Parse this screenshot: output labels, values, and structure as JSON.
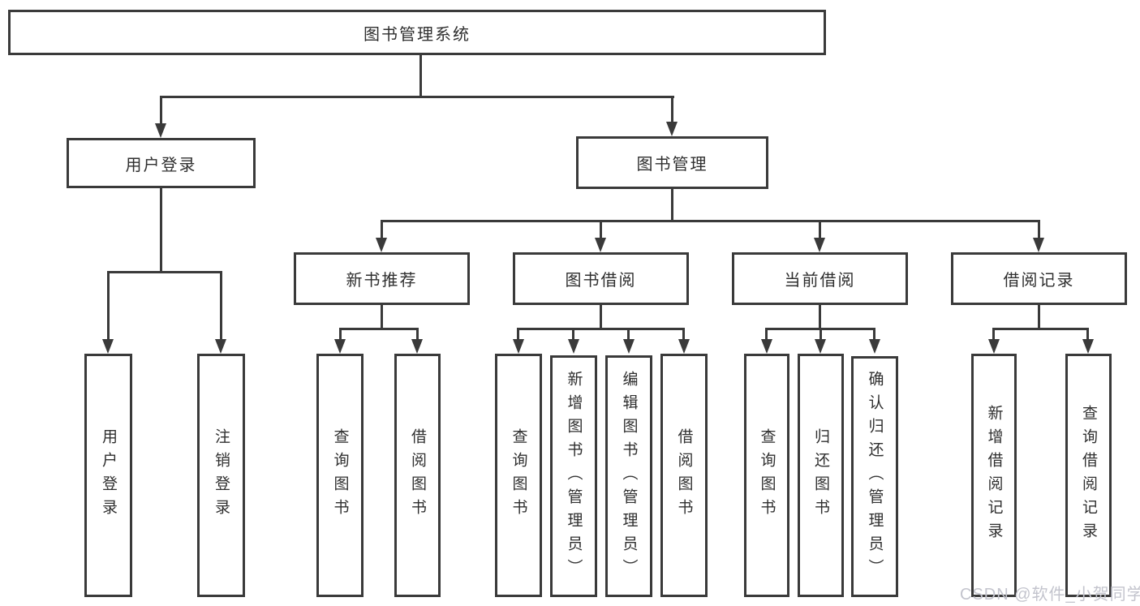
{
  "colors": {
    "line": "#3a3a3a",
    "node_border": "#3a3a3a",
    "node_text": "#2f2f2f",
    "background": "#ffffff",
    "watermark": "#c3c4cd"
  },
  "watermark": {
    "text": "CSDN @软件_小贺同学"
  },
  "tree": {
    "root": {
      "label": "图书管理系统",
      "children": [
        "user_login",
        "book_mgmt"
      ]
    },
    "user_login": {
      "label": "用户登录",
      "children": [
        "leaf_user_login",
        "leaf_logout"
      ]
    },
    "book_mgmt": {
      "label": "图书管理",
      "children": [
        "new_book",
        "book_borrow",
        "current_borrow",
        "borrow_record"
      ]
    },
    "new_book": {
      "label": "新书推荐",
      "children": [
        "nb_query",
        "nb_borrow"
      ]
    },
    "book_borrow": {
      "label": "图书借阅",
      "children": [
        "bb_query",
        "bb_add",
        "bb_edit",
        "bb_borrow"
      ]
    },
    "current_borrow": {
      "label": "当前借阅",
      "children": [
        "cb_query",
        "cb_return",
        "cb_confirm"
      ]
    },
    "borrow_record": {
      "label": "借阅记录",
      "children": [
        "br_add",
        "br_query"
      ]
    },
    "leaf_user_login": {
      "label": "用户登录"
    },
    "leaf_logout": {
      "label": "注销登录"
    },
    "nb_query": {
      "label": "查询图书"
    },
    "nb_borrow": {
      "label": "借阅图书"
    },
    "bb_query": {
      "label": "查询图书"
    },
    "bb_add": {
      "label": "新增图书（管理员）"
    },
    "bb_edit": {
      "label": "编辑图书（管理员）"
    },
    "bb_borrow": {
      "label": "借阅图书"
    },
    "cb_query": {
      "label": "查询图书"
    },
    "cb_return": {
      "label": "归还图书"
    },
    "cb_confirm": {
      "label": "确认归还（管理员）"
    },
    "br_add": {
      "label": "新增借阅记录"
    },
    "br_query": {
      "label": "查询借阅记录"
    }
  }
}
